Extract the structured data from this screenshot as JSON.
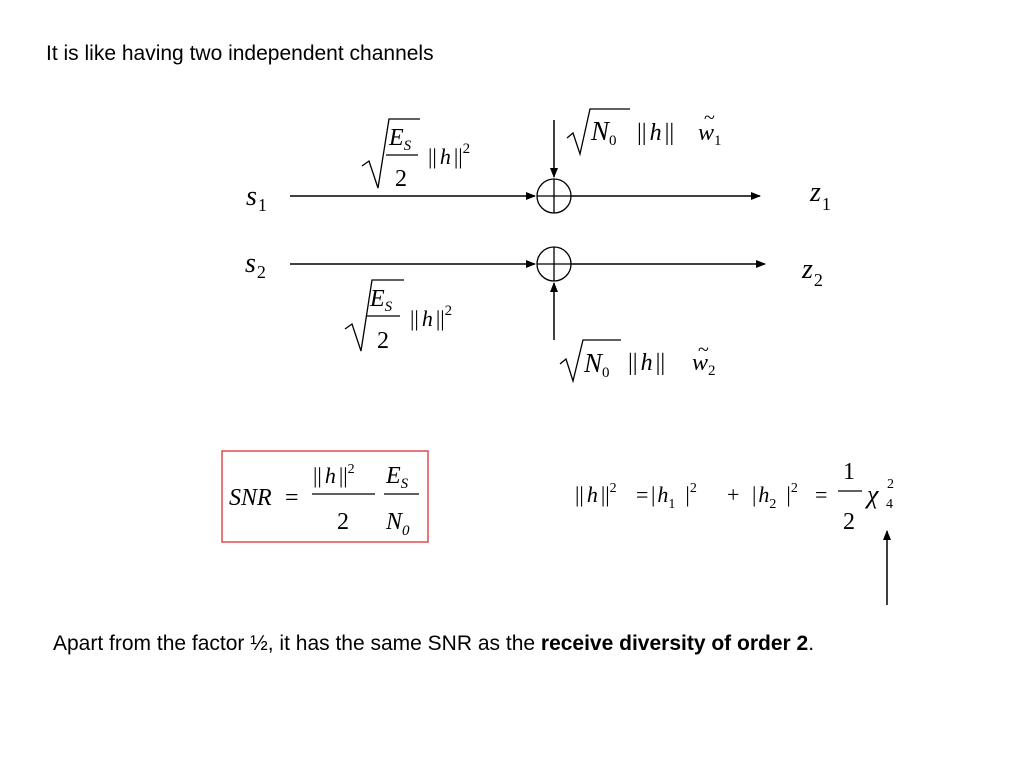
{
  "title": "It is like having two independent channels",
  "channel1": {
    "input": {
      "var": "s",
      "sub": "1"
    },
    "output": {
      "var": "z",
      "sub": "1"
    },
    "gain": {
      "E": "E",
      "Esub": "S",
      "den": "2",
      "norm_h": "h",
      "exp": "2"
    },
    "noise": {
      "N": "N",
      "Nsub": "0",
      "h": "h",
      "w": "w",
      "wsub": "1",
      "tilde": "~"
    }
  },
  "channel2": {
    "input": {
      "var": "s",
      "sub": "2"
    },
    "output": {
      "var": "z",
      "sub": "2"
    },
    "gain": {
      "E": "E",
      "Esub": "S",
      "den": "2",
      "norm_h": "h",
      "exp": "2"
    },
    "noise": {
      "N": "N",
      "Nsub": "0",
      "h": "h",
      "w": "w",
      "wsub": "2",
      "tilde": "~"
    }
  },
  "snr_formula": {
    "lhs": "SNR",
    "eq": "=",
    "h": "h",
    "exp": "2",
    "den1": "2",
    "E": "E",
    "Esub": "S",
    "N": "N",
    "Nsub": "0",
    "box_color": "#e03030"
  },
  "norm_formula": {
    "h": "h",
    "exp": "2",
    "h1": "h",
    "h1sub": "1",
    "h2": "h",
    "h2sub": "2",
    "plus": "+",
    "eq": "=",
    "one": "1",
    "two": "2",
    "chi": "χ",
    "chisub": "4",
    "chisup": "2"
  },
  "footer": {
    "prefix": "Apart from the factor ½, it has the same SNR as the ",
    "bold": "receive diversity of order 2",
    "suffix": "."
  }
}
